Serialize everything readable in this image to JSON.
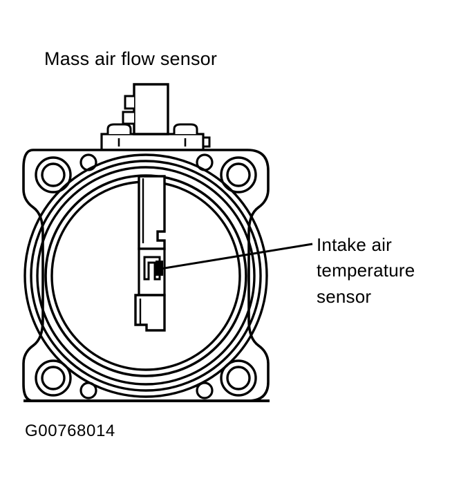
{
  "figure": {
    "title": "Mass air flow sensor",
    "caption": "G00768014",
    "callout": {
      "line1": "Intake air",
      "line2": "temperature",
      "line3": "sensor"
    },
    "colors": {
      "line": "#000000",
      "background": "#ffffff",
      "fill": "#ffffff"
    },
    "parts": {
      "housing": "square flange housing",
      "bore": "concentric air passage rings",
      "connector": "electrical connector",
      "strut": "central sensor strut",
      "element": "intake air temperature sensing element",
      "bolt_holes": "four corner bolt holes",
      "dowel_holes": "four small locating holes"
    }
  }
}
